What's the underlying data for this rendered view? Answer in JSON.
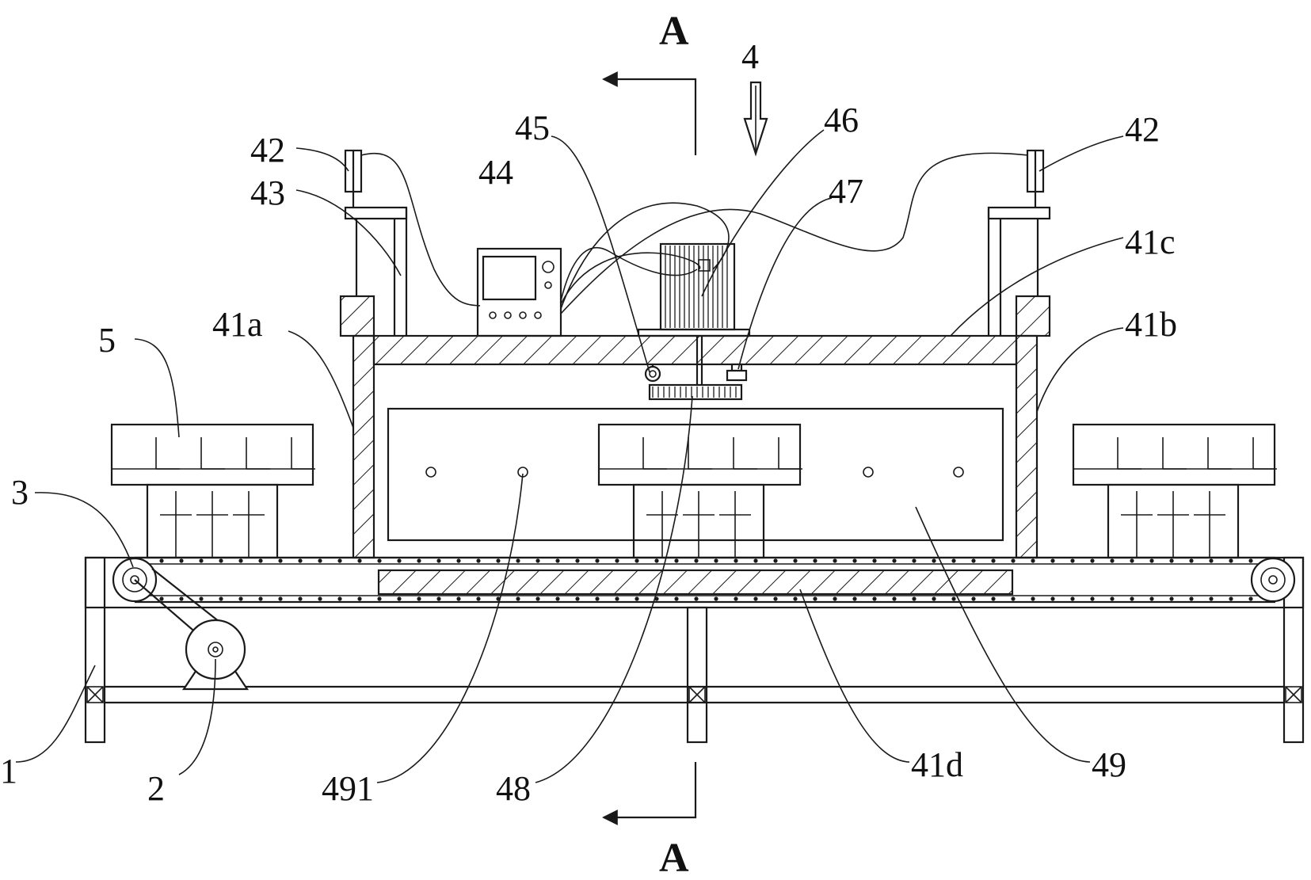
{
  "colors": {
    "line": "#1a1a1a",
    "background": "#ffffff"
  },
  "section": {
    "top": "A",
    "bottom": "A"
  },
  "labels": {
    "l4": "4",
    "l42_left": "42",
    "l43": "43",
    "l44": "44",
    "l45": "45",
    "l46": "46",
    "l47": "47",
    "l42_right": "42",
    "l41c": "41c",
    "l41a": "41a",
    "l41b": "41b",
    "l5": "5",
    "l3": "3",
    "l1": "1",
    "l2": "2",
    "l491": "491",
    "l48": "48",
    "l41d": "41d",
    "l49": "49"
  }
}
